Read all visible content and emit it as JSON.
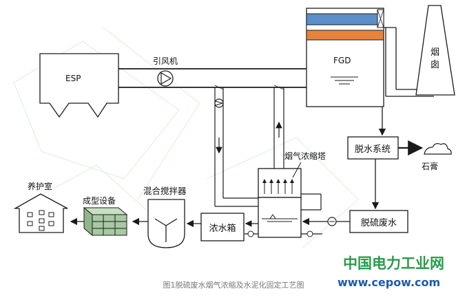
{
  "labels": {
    "esp": "ESP",
    "fan": "引风机",
    "fgd": "FGD",
    "chimney": "烟囱",
    "dewater": "脱水系统",
    "gypsum": "石膏",
    "concentrator": "烟气浓缩塔",
    "wastewater": "脱硫废水",
    "conc_tank": "浓水箱",
    "mixer": "混合搅拌器",
    "molding": "成型设备",
    "curing_room": "养护室"
  },
  "caption": "图1脱硫废水烟气浓缩及水泥化固定工艺图",
  "watermark": {
    "line1": "中国电力工业网",
    "line2": "www.cepow.com"
  },
  "colors": {
    "line": "#1a1a1a",
    "fgd_blue": "#5b8fc9",
    "fgd_orange": "#e8843a",
    "watermark_green": "#2a9a4a",
    "watermark_blue": "#1f5aa8",
    "bg_pattern": "#cfeccf"
  }
}
